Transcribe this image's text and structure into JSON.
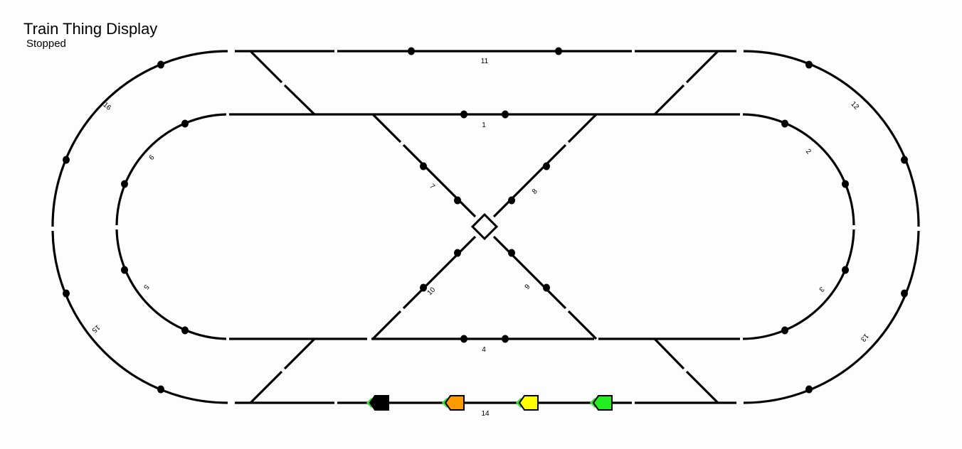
{
  "display": {
    "title": "Train Thing Display",
    "status": "Stopped"
  },
  "layout": {
    "blocks": [
      "1",
      "2",
      "3",
      "4",
      "5",
      "6",
      "7",
      "8",
      "9",
      "10",
      "11",
      "12",
      "13",
      "14",
      "15",
      "16"
    ],
    "crossing": "diamond-crossing",
    "track_color": "#000000"
  },
  "trains": [
    {
      "name": "black-train",
      "color": "#000000",
      "direction": "left",
      "marker_color": "#33dd33",
      "block": "14"
    },
    {
      "name": "orange-train",
      "color": "#ff9900",
      "direction": "left",
      "marker_color": "#33dd33",
      "block": "14"
    },
    {
      "name": "yellow-train",
      "color": "#ffff00",
      "direction": "left",
      "marker_color": "#33dd33",
      "block": "14"
    },
    {
      "name": "green-train",
      "color": "#22ee22",
      "direction": "left",
      "marker_color": "#33dd33",
      "block": "14"
    }
  ]
}
